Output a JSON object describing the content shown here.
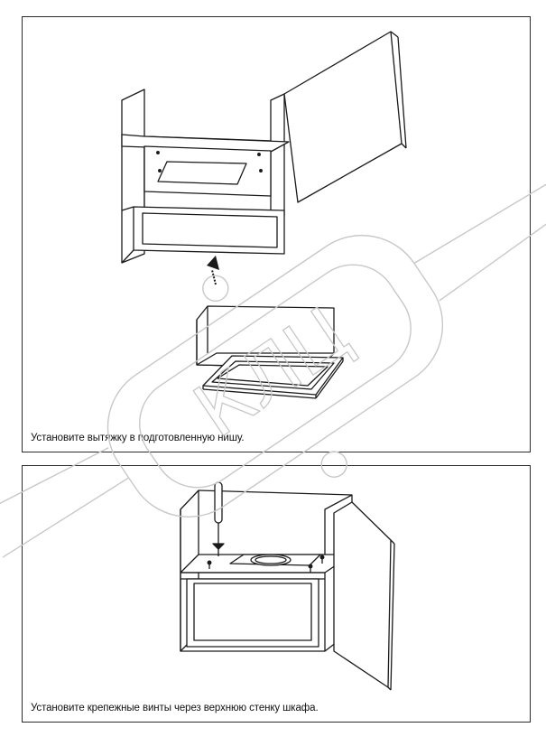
{
  "steps": [
    {
      "caption": "Установите вытяжку в подготовленную нишу."
    },
    {
      "caption": "Установите крепежные винты через верхнюю стенку шкафа."
    }
  ],
  "watermark": {
    "text": "КЛЦ",
    "color": "#c8c8c8"
  },
  "colors": {
    "line": "#1a1a1a",
    "frame": "#2b2b2b"
  }
}
